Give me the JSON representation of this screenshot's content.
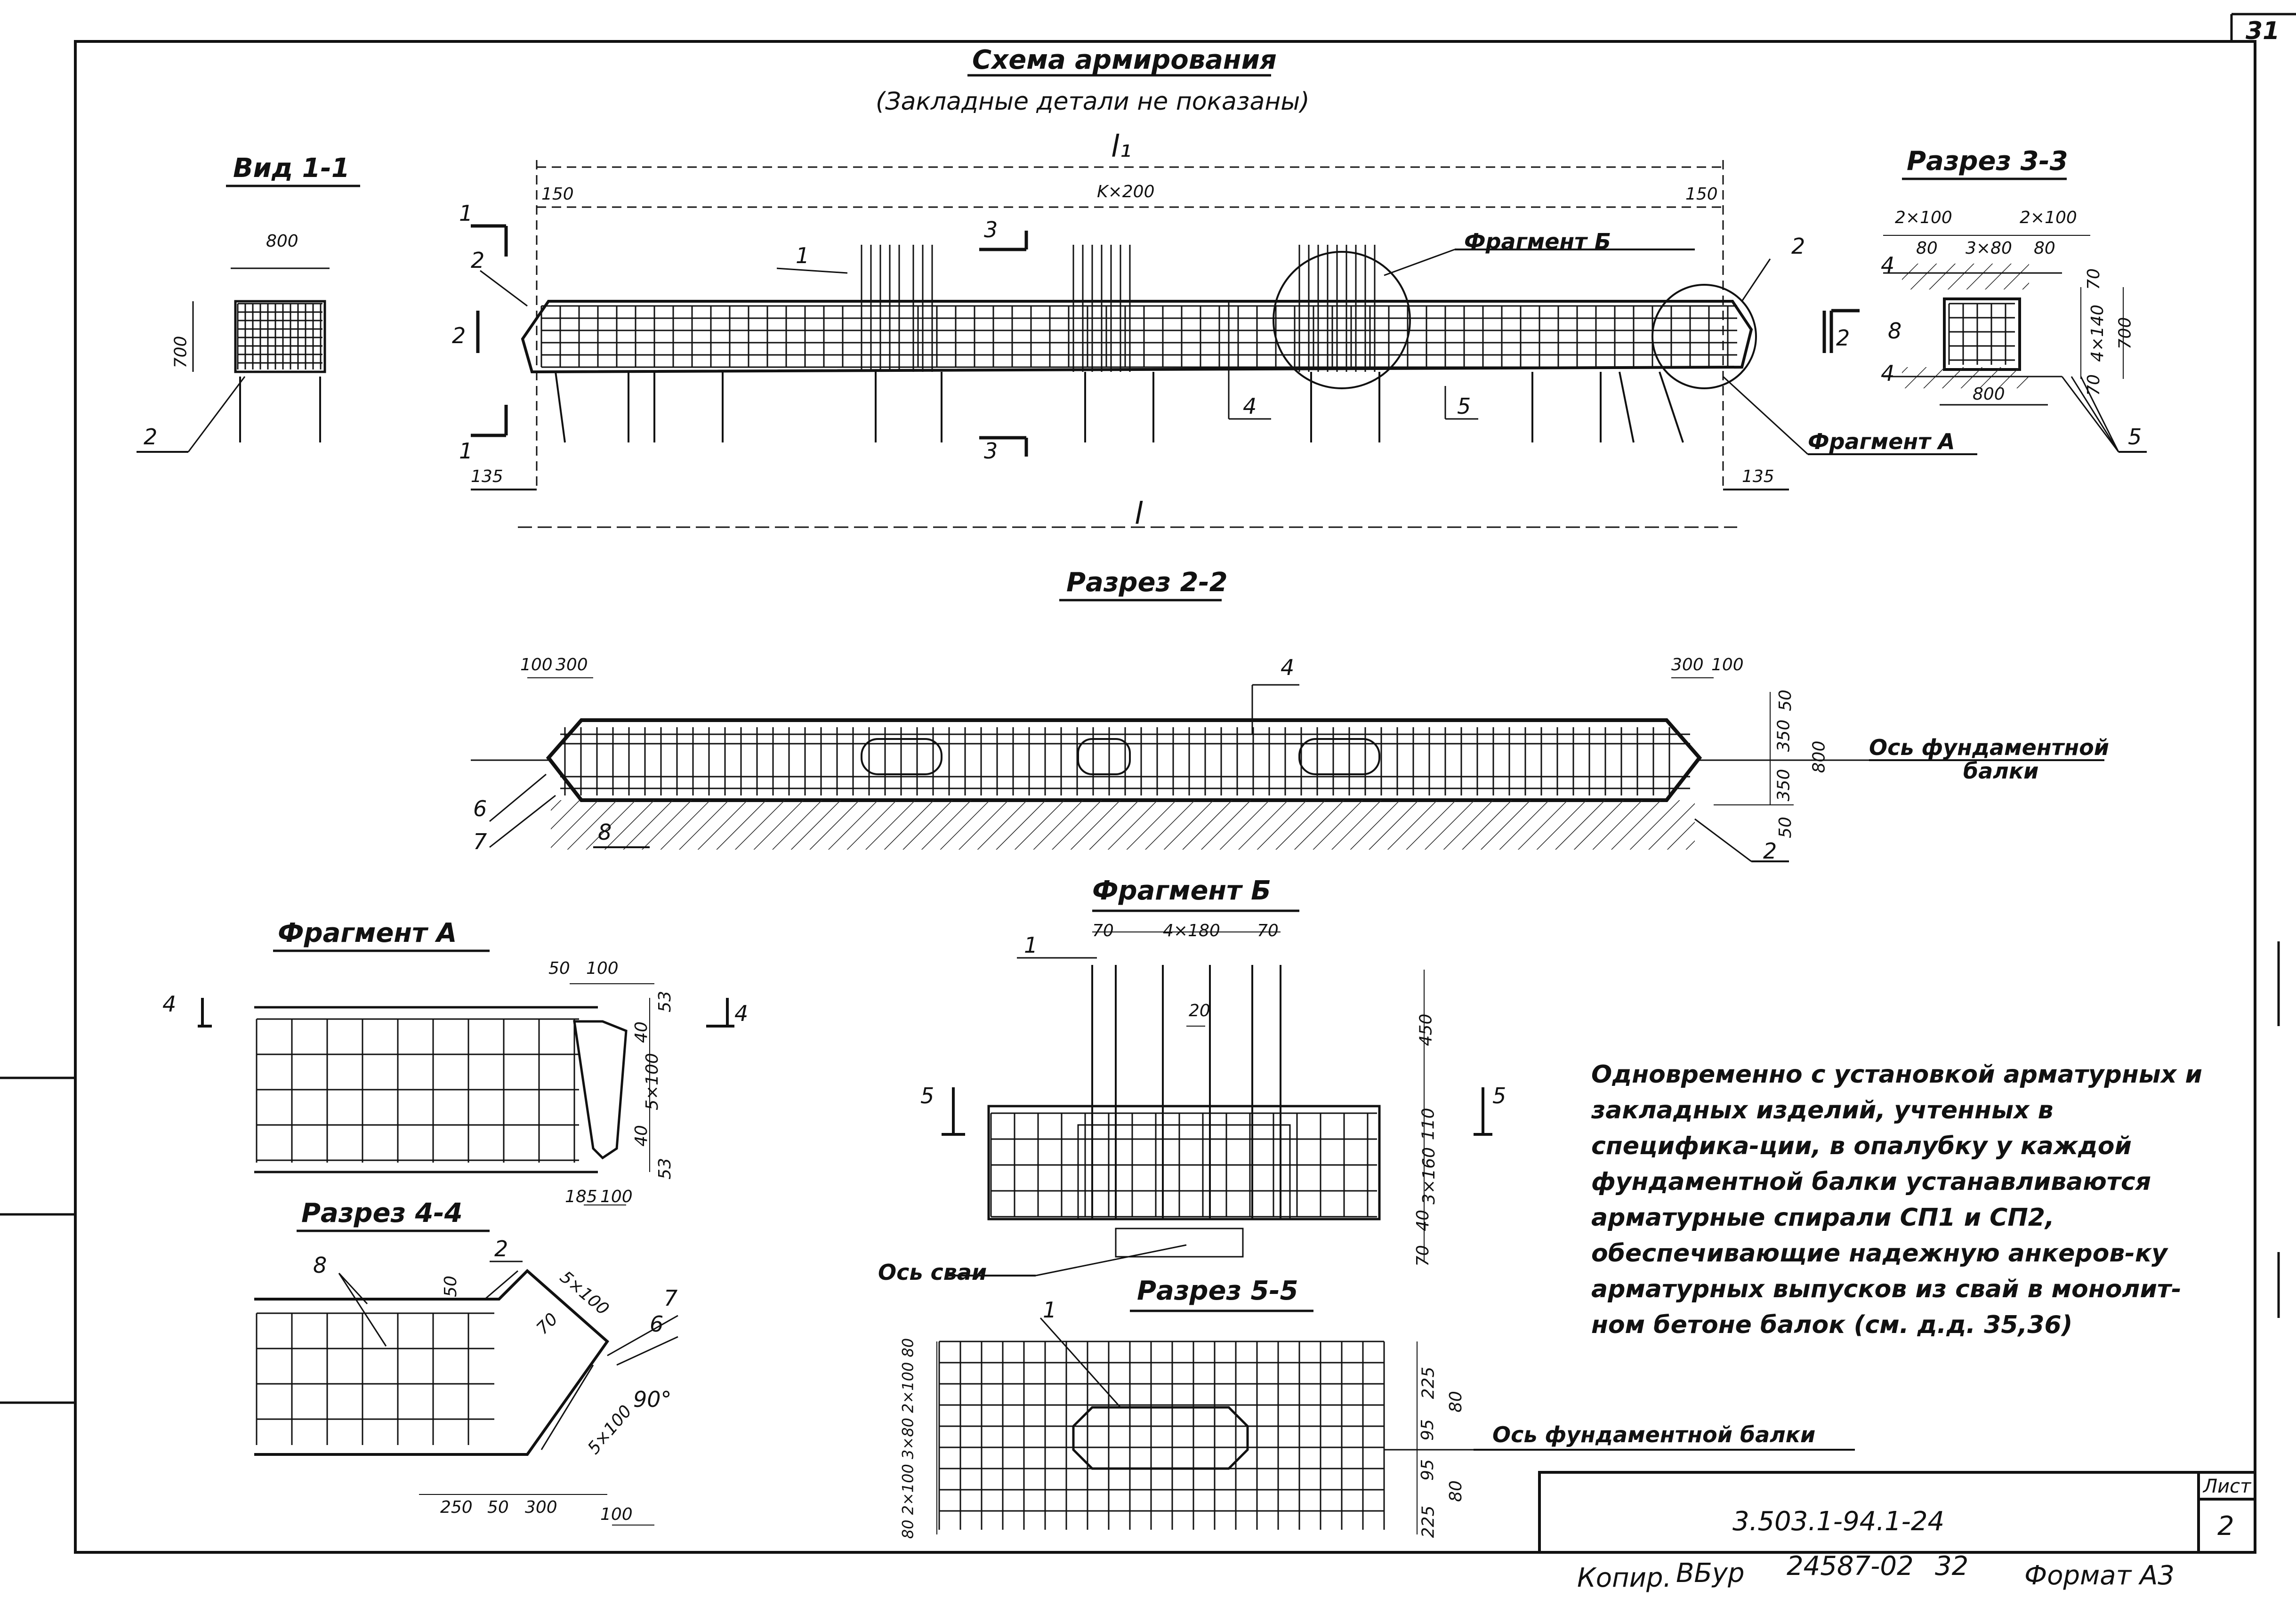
{
  "corner_number": "31",
  "headings": {
    "main_title": "Схема армирования",
    "main_subtitle": "(Закладные детали не показаны)",
    "view_1_1": "Вид 1-1",
    "section_3_3": "Разрез 3-3",
    "section_2_2": "Разрез 2-2",
    "fragment_a": "Фрагмент А",
    "fragment_b": "Фрагмент Б",
    "section_4_4": "Разрез 4-4",
    "section_5_5": "Разрез 5-5"
  },
  "labels": {
    "fragment_b_callout": "Фрагмент Б",
    "fragment_a_callout": "Фрагмент А",
    "axis_beam": "Ось фундаментной балки",
    "axis_beam_line1": "Ось фундаментной",
    "axis_beam_line2": "балки",
    "axis_pile": "Ось сваи",
    "l1": "l₁",
    "l": "l",
    "k200": "K×200",
    "angle_90": "90°"
  },
  "view_1_1": {
    "width": "800",
    "height": "700",
    "callout": "2"
  },
  "main_view": {
    "left_150": "150",
    "right_150": "150",
    "left_135": "135",
    "right_135": "135",
    "cut_1_top": "1",
    "cut_1_bottom": "1",
    "cut_2_left": "2",
    "cut_2_right": "2",
    "cut_3_top": "3",
    "cut_3_bottom": "3",
    "callout_1": "1",
    "callout_2_left": "2",
    "callout_2_right": "2",
    "callout_4": "4",
    "callout_5": "5"
  },
  "section_3_3": {
    "d1": "2×100",
    "d2": "2×100",
    "d3": "80",
    "d4": "3×80",
    "d5": "80",
    "h1": "70",
    "h2": "4×140",
    "h3": "70",
    "height": "700",
    "width": "800",
    "callout_4a": "4",
    "callout_8": "8",
    "callout_4b": "4",
    "callout_5": "5"
  },
  "section_2_2": {
    "left_100": "100",
    "left_300": "300",
    "right_300": "300",
    "right_100": "100",
    "v_50a": "50",
    "v_350a": "350",
    "v_350b": "350",
    "v_50b": "50",
    "total": "800",
    "callout_4": "4",
    "callout_6": "6",
    "callout_7": "7",
    "callout_8": "8",
    "callout_2": "2"
  },
  "fragment_a": {
    "d50": "50",
    "d100": "100",
    "d53a": "53",
    "d40a": "40",
    "d5x100": "5×100",
    "d40b": "40",
    "d53b": "53",
    "d185": "185",
    "d100b": "100",
    "cut_4_left": "4",
    "cut_4_right": "4"
  },
  "fragment_b": {
    "d70a": "70",
    "d4x180": "4×180",
    "d70b": "70",
    "d20": "20",
    "v450": "450",
    "v110": "110",
    "v3x160": "3×160",
    "v40": "40",
    "v70": "70",
    "callout_1": "1",
    "cut_5_left": "5",
    "cut_5_right": "5"
  },
  "section_4_4": {
    "callout_8": "8",
    "callout_2": "2",
    "callout_7": "7",
    "callout_6": "6",
    "d50": "50",
    "d70": "70",
    "d5x100a": "5×100",
    "d5x100b": "5×100",
    "d250": "250",
    "d50b": "50",
    "d300": "300",
    "d100": "100"
  },
  "section_5_5": {
    "callout_1": "1",
    "left_dims": "80 2×100 3×80 2×100 80",
    "r225a": "225",
    "r95a": "95",
    "r95b": "95",
    "r225b": "225",
    "r80a": "80",
    "r80b": "80"
  },
  "note": "Одновременно с установкой арматурных и закладных изделий, учтенных в специфика-ции, в опалубку у каждой фундаментной балки устанавливаются арматурные спирали СП1 и СП2, обеспечивающие надежную анкеров-ку арматурных выпусков из свай в монолит-ном бетоне балок (см. д.д. 35,36)",
  "title_block": {
    "code": "3.503.1-94.1-24",
    "sheet_label": "Лист",
    "sheet_number": "2"
  },
  "footer": {
    "copy_label": "Копир.",
    "signature": "ВБур",
    "number": "24587-02",
    "page": "32",
    "format": "Формат А3"
  }
}
